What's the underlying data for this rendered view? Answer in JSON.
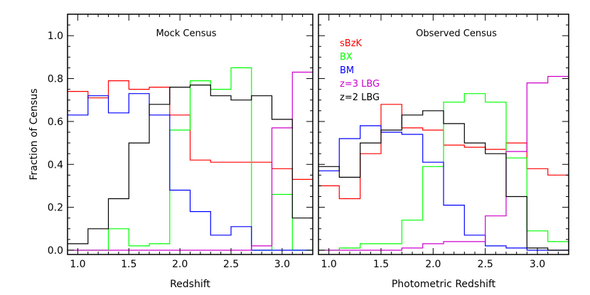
{
  "chart_data": [
    {
      "type": "line",
      "title": "Mock Census",
      "xlabel": "Redshift",
      "ylabel": "Fraction of Census",
      "xlim": [
        0.9,
        3.3
      ],
      "ylim": [
        -0.02,
        1.1
      ],
      "xticks": [
        1.0,
        1.5,
        2.0,
        2.5,
        3.0
      ],
      "xtick_labels": [
        "1.0",
        "1.5",
        "2.0",
        "2.5",
        "3.0"
      ],
      "yticks": [
        0.0,
        0.2,
        0.4,
        0.6,
        0.8,
        1.0
      ],
      "ytick_labels": [
        "0.0",
        "0.2",
        "0.4",
        "0.6",
        "0.8",
        "1.0"
      ],
      "bin_edges": [
        0.9,
        1.1,
        1.3,
        1.5,
        1.7,
        1.9,
        2.1,
        2.3,
        2.5,
        2.7,
        2.9,
        3.1,
        3.3
      ],
      "series": [
        {
          "name": "sBzK",
          "color": "#ff0000",
          "values": [
            0.74,
            0.71,
            0.79,
            0.75,
            0.76,
            0.63,
            0.42,
            0.41,
            0.41,
            0.41,
            0.38,
            0.33
          ]
        },
        {
          "name": "BX",
          "color": "#00ff00",
          "values": [
            0.0,
            0.0,
            0.1,
            0.02,
            0.03,
            0.56,
            0.79,
            0.75,
            0.85,
            0.0,
            0.26,
            0.0
          ]
        },
        {
          "name": "BM",
          "color": "#0000ff",
          "values": [
            0.63,
            0.72,
            0.64,
            0.73,
            0.63,
            0.28,
            0.18,
            0.07,
            0.11,
            0.0,
            0.0,
            0.0
          ]
        },
        {
          "name": "z=3 LBG",
          "color": "#cc00cc",
          "values": [
            0.0,
            0.0,
            0.0,
            0.0,
            0.0,
            0.0,
            0.0,
            0.0,
            0.0,
            0.02,
            0.57,
            0.83
          ]
        },
        {
          "name": "z=2 LBG",
          "color": "#000000",
          "values": [
            0.03,
            0.1,
            0.24,
            0.5,
            0.68,
            0.76,
            0.77,
            0.72,
            0.7,
            0.72,
            0.61,
            0.15
          ]
        }
      ]
    },
    {
      "type": "line",
      "title": "Observed Census",
      "xlabel": "Photometric Redshift",
      "ylabel": "",
      "xlim": [
        0.9,
        3.3
      ],
      "ylim": [
        -0.02,
        1.1
      ],
      "xticks": [
        1.0,
        1.5,
        2.0,
        2.5,
        3.0
      ],
      "xtick_labels": [
        "1.0",
        "1.5",
        "2.0",
        "2.5",
        "3.0"
      ],
      "bin_edges": [
        0.9,
        1.1,
        1.3,
        1.5,
        1.7,
        1.9,
        2.1,
        2.3,
        2.5,
        2.7,
        2.9,
        3.1,
        3.3
      ],
      "series": [
        {
          "name": "sBzK",
          "color": "#ff0000",
          "values": [
            0.3,
            0.24,
            0.45,
            0.68,
            0.57,
            0.56,
            0.49,
            0.48,
            0.47,
            0.5,
            0.38,
            0.35
          ]
        },
        {
          "name": "BX",
          "color": "#00ff00",
          "values": [
            0.0,
            0.01,
            0.03,
            0.03,
            0.14,
            0.39,
            0.69,
            0.73,
            0.69,
            0.43,
            0.09,
            0.04
          ]
        },
        {
          "name": "BM",
          "color": "#0000ff",
          "values": [
            0.37,
            0.52,
            0.58,
            0.55,
            0.54,
            0.41,
            0.21,
            0.07,
            0.02,
            0.01,
            0.0,
            0.0
          ]
        },
        {
          "name": "z=3 LBG",
          "color": "#cc00cc",
          "values": [
            0.0,
            0.0,
            0.0,
            0.0,
            0.01,
            0.03,
            0.04,
            0.04,
            0.16,
            0.46,
            0.78,
            0.81
          ]
        },
        {
          "name": "z=2 LBG",
          "color": "#000000",
          "values": [
            0.39,
            0.34,
            0.5,
            0.56,
            0.63,
            0.65,
            0.59,
            0.5,
            0.45,
            0.25,
            0.01,
            0.0
          ]
        }
      ]
    }
  ],
  "legend": [
    {
      "label": "sBzK",
      "color": "#ff0000"
    },
    {
      "label": "BX",
      "color": "#00ff00"
    },
    {
      "label": "BM",
      "color": "#0000ff"
    },
    {
      "label": "z=3 LBG",
      "color": "#cc00cc"
    },
    {
      "label": "z=2 LBG",
      "color": "#000000"
    }
  ]
}
